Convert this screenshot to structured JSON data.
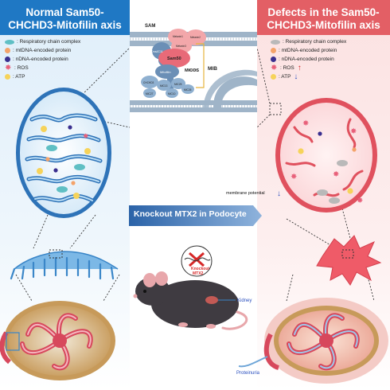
{
  "left_panel": {
    "title_line1": "Normal Sam50-",
    "title_line2": "CHCHD3-Mitofilin axis",
    "legend": [
      {
        "label": ": Respiratory chain complex",
        "icon": "respiratory-complex-icon",
        "color": "#5fbfc4"
      },
      {
        "label": ": mtDNA-encoded protein",
        "icon": "mtdna-protein-icon",
        "color": "#f4a36a"
      },
      {
        "label": ": nDNA-encoded protein",
        "icon": "ndna-protein-icon",
        "color": "#3a2f8f"
      },
      {
        "label": ": ROS",
        "icon": "ros-icon",
        "color": "#e8607a"
      },
      {
        "label": ": ATP",
        "icon": "atp-icon",
        "color": "#f6d35a"
      }
    ]
  },
  "right_panel": {
    "title_line1": "Defects in the Sam50-",
    "title_line2": "CHCHD3-Mitofilin axis",
    "legend": [
      {
        "label": ": Respiratory chain complex",
        "icon": "respiratory-complex-icon",
        "color": "#b9b9b9"
      },
      {
        "label": ": mtDNA-encoded protein",
        "icon": "mtdna-protein-icon",
        "color": "#f4a36a"
      },
      {
        "label": ": nDNA-encoded protein",
        "icon": "ndna-protein-icon",
        "color": "#3a2f8f"
      },
      {
        "label": ": ROS",
        "icon": "ros-icon",
        "color": "#e8607a",
        "trend": "↑"
      },
      {
        "label": ": ATP",
        "icon": "atp-icon",
        "color": "#f6d35a",
        "trend": "↓"
      }
    ],
    "membrane_label": "membrane potential",
    "membrane_trend": "↓",
    "proteinuria_label": "Proteinuria"
  },
  "inset": {
    "sam_label": "SAM",
    "micos_label": "MICOS",
    "mib_label": "MIB",
    "proteins": {
      "metaxin1": "Metaxin1",
      "metaxin2": "Metaxin2",
      "metaxin3": "Metaxin3",
      "dnajc11": "DnaJC11",
      "sam50": "Sam50",
      "mitofilin": "Mitofilin",
      "chchd3": "CHCHD3",
      "mic13": "MIC13",
      "mic25": "MIC25",
      "mic10": "MIC10",
      "mic26": "MIC26",
      "mic27": "MIC27"
    }
  },
  "center": {
    "banner_text": "Knockout MTX2 in Podocyte",
    "knockout_label_line1": "Knockout",
    "knockout_label_line2": "MTX2",
    "kidney_label": "Kidney"
  },
  "colors": {
    "normal_blue": "#1f78c4",
    "defect_red": "#e35f65",
    "mito_blue": "#8fc4ea",
    "mito_red": "#f26d7a"
  }
}
